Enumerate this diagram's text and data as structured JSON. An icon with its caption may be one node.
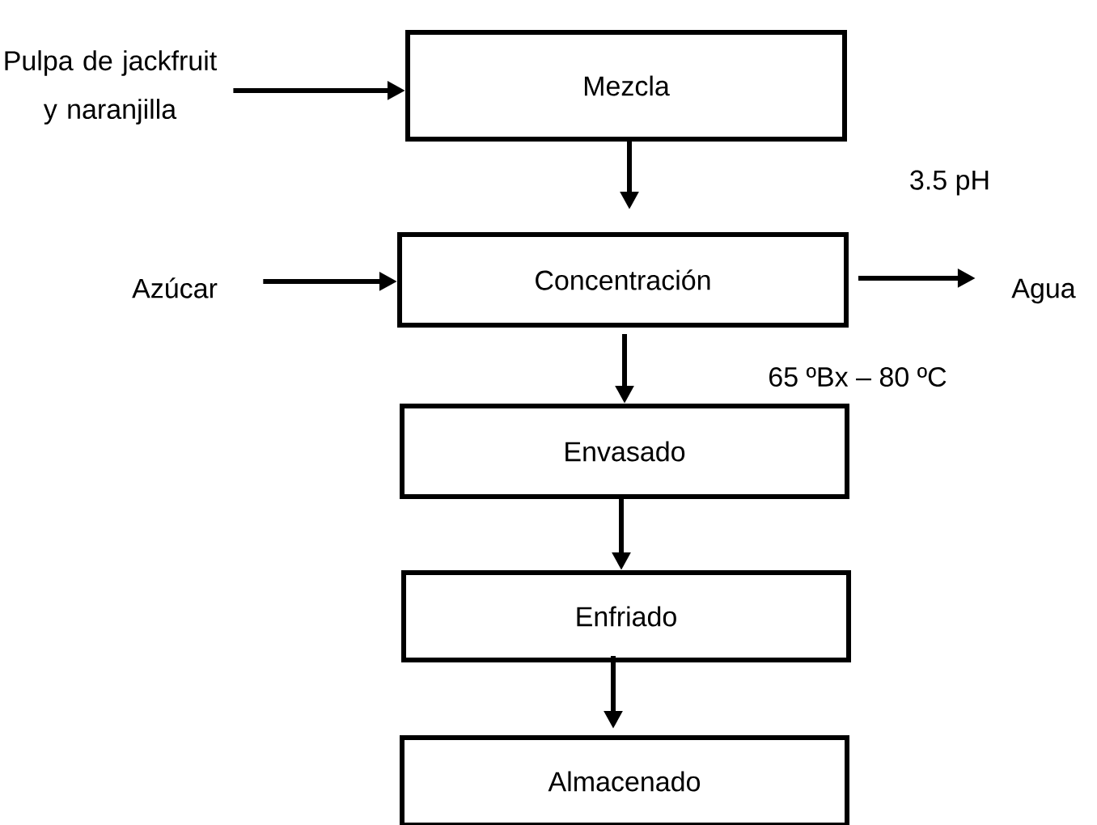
{
  "diagram": {
    "nodes": [
      {
        "text": [
          "Pulpa de jackfruit y naranjilla"
        ]
      },
      {
        "text": [
          "Mezcla"
        ]
      },
      {
        "text": [
          "Azúcar"
        ]
      },
      {
        "text": [
          "Concentración"
        ]
      },
      {
        "text": [
          "Agua"
        ]
      },
      {
        "text": [
          "Envasado"
        ]
      },
      {
        "text": [
          "Enfriado"
        ]
      },
      {
        "text": [
          "Almacenado"
        ]
      }
    ],
    "edges": [
      {
        "from": 0,
        "to": 1,
        "arrow": "to"
      },
      {
        "from": 1,
        "to": 3,
        "arrow": "to"
      },
      {
        "from": 2,
        "to": 3,
        "arrow": "to"
      },
      {
        "from": 3,
        "to": 4,
        "arrow": "to"
      },
      {
        "from": 3,
        "to": 5,
        "arrow": "to"
      },
      {
        "from": 5,
        "to": 6,
        "arrow": "to"
      },
      {
        "from": 6,
        "to": 7,
        "arrow": "to"
      }
    ],
    "labels": [
      "3.5 pH",
      "65 ºBx – 80 ºC"
    ]
  }
}
